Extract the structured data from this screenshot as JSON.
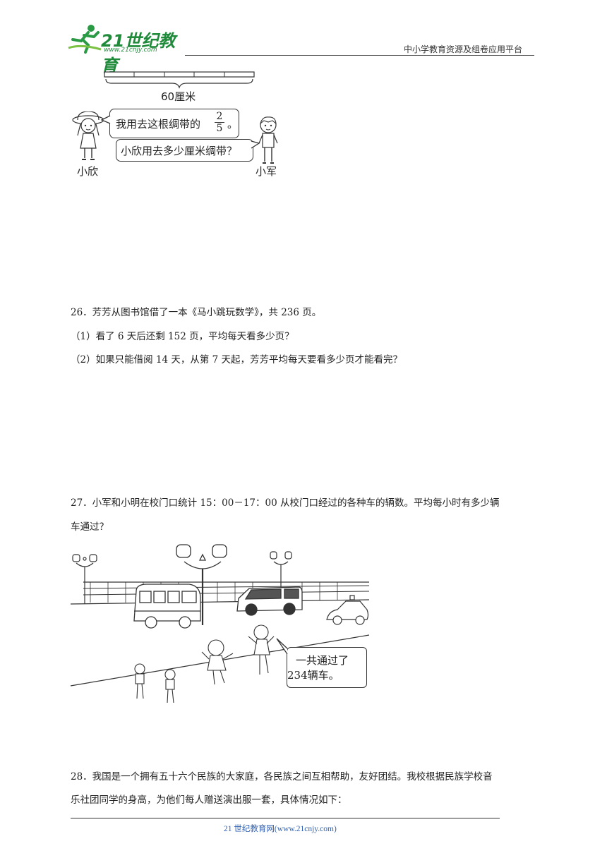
{
  "header": {
    "logo_text": "21世纪教育",
    "logo_url": "www.21cnjy.com",
    "platform": "中小学教育资源及组卷应用平台"
  },
  "q25_figure": {
    "ribbon_length": "60厘米",
    "xiaoxin_speech": "我用去这根绸带的",
    "fraction_num": "2",
    "fraction_den": "5",
    "period": "。",
    "xiaojun_speech": "小欣用去多少厘米绸带？",
    "name_left": "小欣",
    "name_right": "小军"
  },
  "q26": {
    "stem": "26．芳芳从图书馆借了一本《马小跳玩数学》，共 236 页。",
    "part1": "（1）看了 6 天后还剩 152 页，平均每天看多少页？",
    "part2": "（2）如果只能借阅 14 天，从第 7 天起，芳芳平均每天要看多少页才能看完？"
  },
  "q27": {
    "line1": "27．小军和小明在校门口统计 15：00－17：00 从校门口经过的各种车的辆数。平均每小时有多少辆",
    "line2": "车通过？",
    "bubble_line1": "一共通过了",
    "bubble_line2": "234辆车。"
  },
  "q28": {
    "line1": "28．我国是一个拥有五十六个民族的大家庭，各民族之间互相帮助，友好团结。我校根据民族学校音",
    "line2": "乐社团同学的身高，为他们每人赠送演出服一套，具体情况如下："
  },
  "footer": {
    "text": "21 世纪教育网(www.21cnjy.com)"
  }
}
